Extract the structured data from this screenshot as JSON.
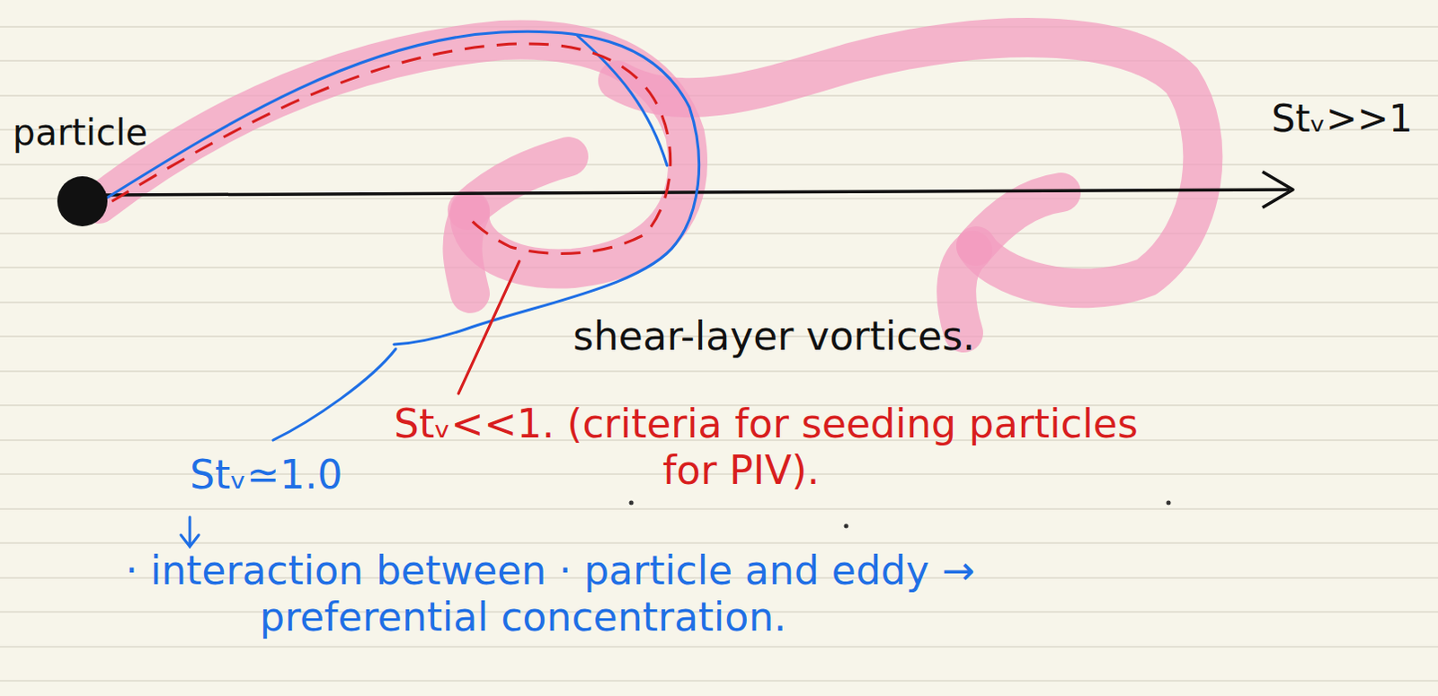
{
  "diagram": {
    "nodes": [
      {
        "text": [
          "particle"
        ]
      }
    ],
    "labels": [
      "Stᵥ>>1",
      "shear-layer vortices.",
      "Stᵥ<<1. (criteria for seeding particles for PIV).",
      "Stᵥ≃1.0",
      "· interaction between · particle and eddy → preferential concentration."
    ]
  }
}
